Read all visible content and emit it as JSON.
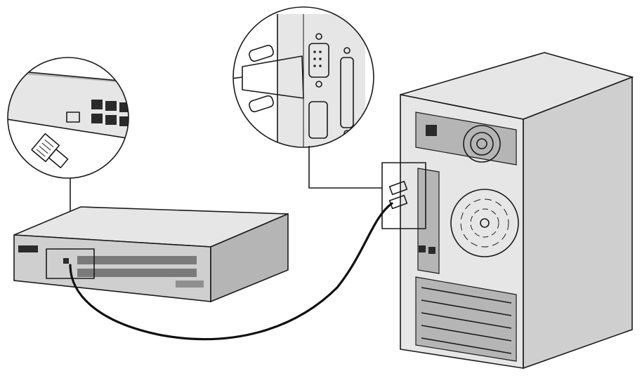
{
  "diagram": {
    "colors": {
      "line": "#1a1a1a",
      "cable": "#111111",
      "device_light": "#e6e6e6",
      "device_mid": "#cfcfcf",
      "device_dark": "#b5b5b5"
    },
    "icons": [
      "switch-device",
      "computer-tower",
      "console-cable",
      "rj45-plug",
      "db9-connector"
    ]
  }
}
